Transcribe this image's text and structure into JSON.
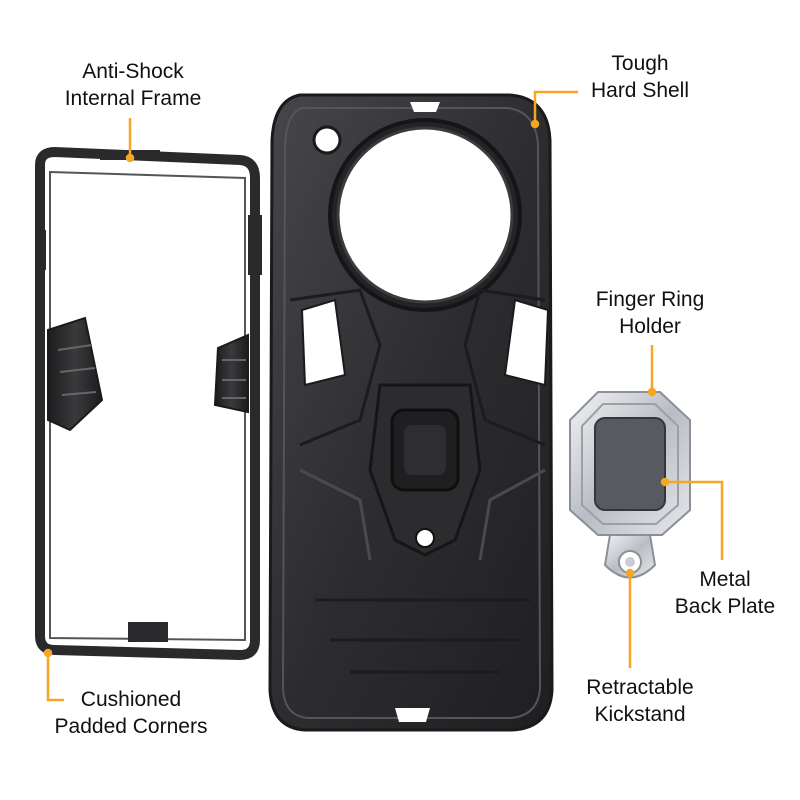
{
  "colors": {
    "accent": "#f5a623",
    "case_dark": "#2b2b2d",
    "case_mid": "#3a3a3d",
    "metal": "#cfd3d8"
  },
  "callouts": {
    "anti_shock": {
      "line1": "Anti-Shock",
      "line2": "Internal Frame"
    },
    "tough_shell": {
      "line1": "Tough",
      "line2": "Hard Shell"
    },
    "finger_ring": {
      "line1": "Finger Ring",
      "line2": "Holder"
    },
    "metal_plate": {
      "line1": "Metal",
      "line2": "Back Plate"
    },
    "kickstand": {
      "line1": "Retractable",
      "line2": "Kickstand"
    },
    "corners": {
      "line1": "Cushioned",
      "line2": "Padded Corners"
    }
  }
}
